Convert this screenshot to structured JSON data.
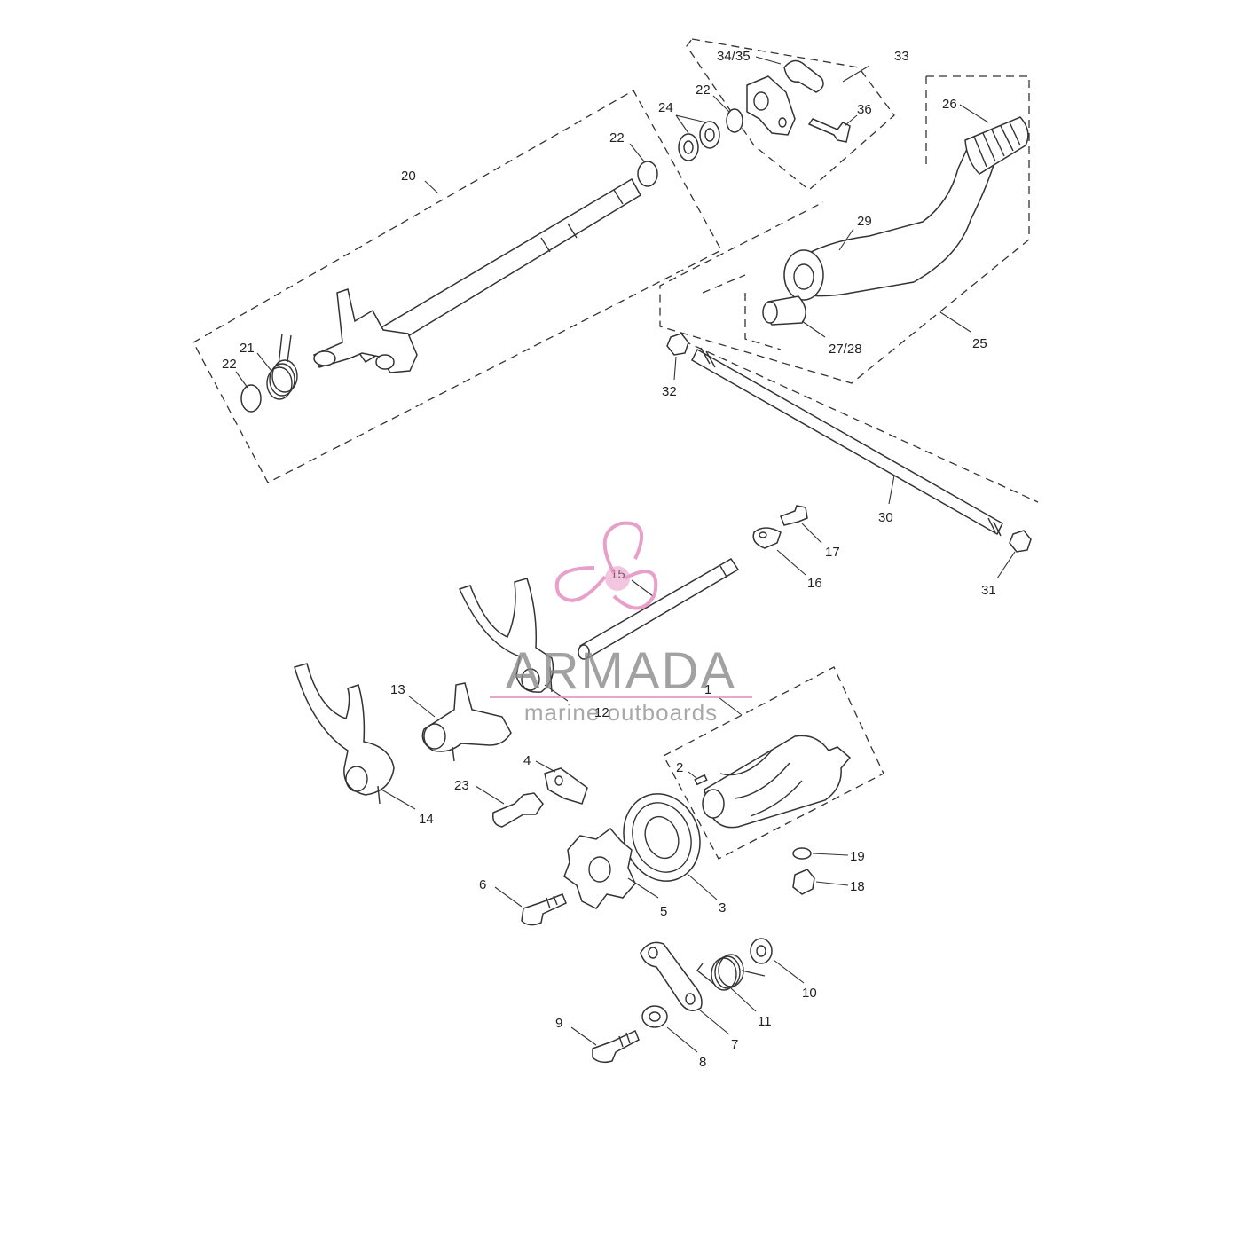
{
  "watermark": {
    "brand": "ARMADA",
    "tagline": "marine outboards",
    "brand_color": "#8a8a8a",
    "accent_color": "#e58fc0"
  },
  "callouts": {
    "c1": "1",
    "c2": "2",
    "c3": "3",
    "c4": "4",
    "c5": "5",
    "c6": "6",
    "c7": "7",
    "c8": "8",
    "c9": "9",
    "c10": "10",
    "c11": "11",
    "c12": "12",
    "c13": "13",
    "c14": "14",
    "c15": "15",
    "c16": "16",
    "c17": "17",
    "c18": "18",
    "c19": "19",
    "c20": "20",
    "c21": "21",
    "c22a": "22",
    "c22b": "22",
    "c22c": "22",
    "c23": "23",
    "c24": "24",
    "c25": "25",
    "c26": "26",
    "c27": "27/28",
    "c29": "29",
    "c30": "30",
    "c31": "31",
    "c32": "32",
    "c33": "33",
    "c34": "34/35",
    "c36": "36"
  }
}
